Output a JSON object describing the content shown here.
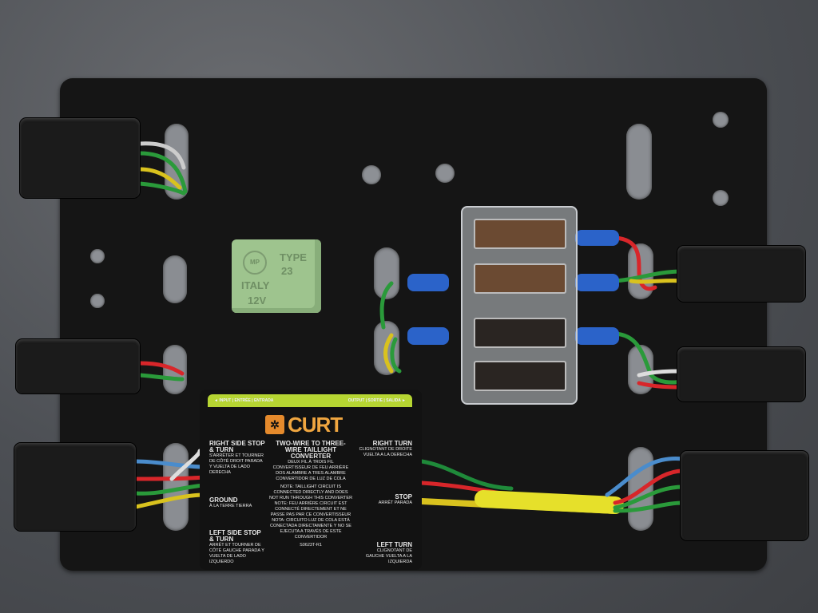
{
  "relay": {
    "logo": "MP",
    "type_label": "TYPE",
    "type_number": "23",
    "origin": "ITALY",
    "voltage": "12V"
  },
  "converter": {
    "brand": "CURT",
    "input_strip": "◄ INPUT | ENTRÉE | ENTRADA",
    "output_strip": "OUTPUT | SORTIE | SALIDA ►",
    "title": "TWO-WIRE TO THREE-WIRE TAILLIGHT CONVERTER",
    "title_fr": "DEUX FIL À TROIS FIL CONVERTISSEUR DE FEU ARRIÈRE",
    "title_es": "DOS ALAMBRE A TRES ALAMBRE CONVERTIDOR DE LUZ DE COLA",
    "note_en": "NOTE: TAILLIGHT CIRCUIT IS CONNECTED DIRECTLY AND DOES NOT RUN THROUGH THIS CONVERTER",
    "note_fr": "NOTE: FEU ARRIÈRE CIRCUIT EST CONNECTÉ DIRECTEMENT ET NE PASSE PAS PAR CE CONVERTISSEUR",
    "note_es": "NOTA: CIRCUITO LUZ DE COLA ESTÁ CONECTADA DIRECTAMENTE Y NO SE EJECUTA A TRAVÉS DE ESTE CONVERTIDOR",
    "part_number": "S0623T-R1",
    "inputs": [
      {
        "title": "RIGHT SIDE STOP & TURN",
        "sub": "S'ARRÊTER ET TOURNER DE CÔTÉ DROIT PARADA Y VUELTA DE LADO DERECHA"
      },
      {
        "title": "GROUND",
        "sub": "À LA TERRE TIERRA"
      },
      {
        "title": "LEFT SIDE STOP & TURN",
        "sub": "ARRÊT ET TOURNER DE CÔTÉ GAUCHE PARADA Y VUELTA DE LADO IZQUIERDO"
      }
    ],
    "outputs": [
      {
        "title": "RIGHT TURN",
        "sub": "CLIGNOTANT DE DROITE VUELTA A LA DERECHA"
      },
      {
        "title": "STOP",
        "sub": "ARRÊT PARADA"
      },
      {
        "title": "LEFT TURN",
        "sub": "CLIGNOTANT DE GAUCHE VUELTA A LA IZQUIERDA"
      }
    ]
  },
  "colors": {
    "plate": "#151515",
    "relay": "#9ec48e",
    "curt_orange": "#f0a640",
    "strip_green": "#b6d532"
  }
}
